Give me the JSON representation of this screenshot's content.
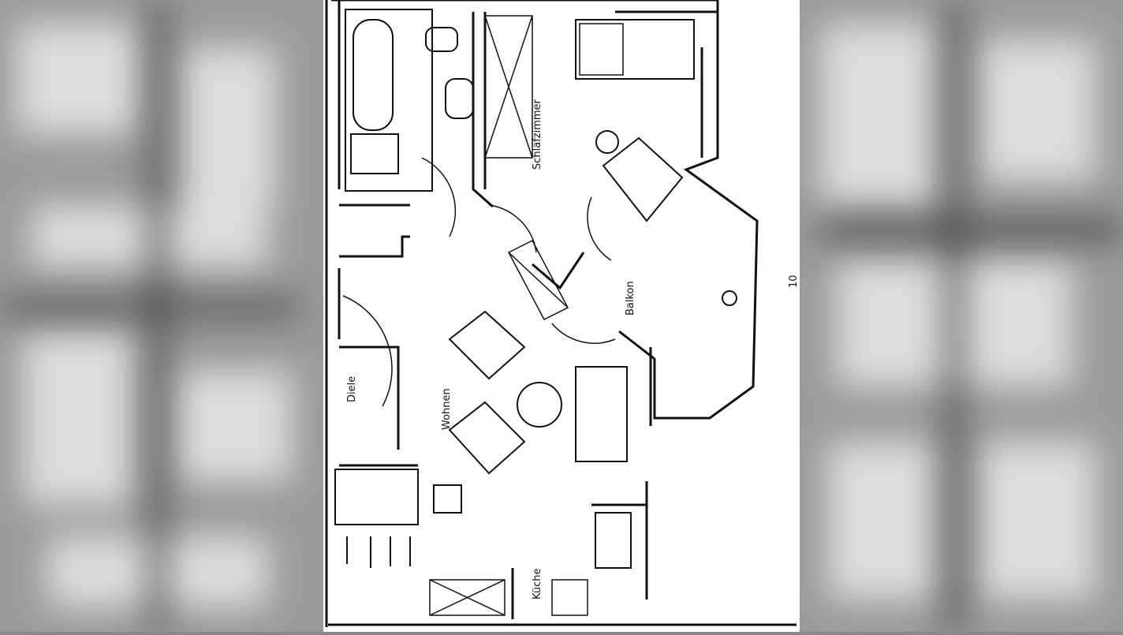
{
  "title": "Apartment floor plan",
  "rooms": {
    "bedroom": "Schlafzimmer",
    "balcony": "Balkon",
    "living": "Wohnen",
    "hall": "Diele",
    "kitchen": "Küche"
  },
  "side_marker": "10"
}
